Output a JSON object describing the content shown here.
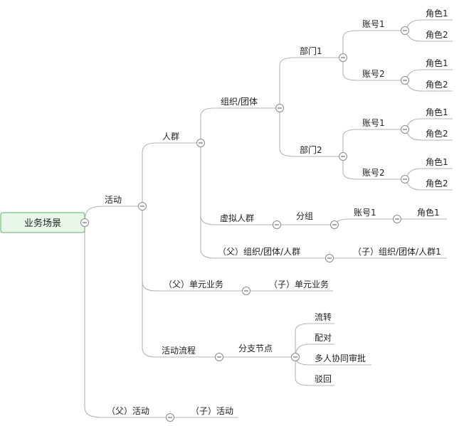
{
  "root": "业务场景",
  "nodes": {
    "activity": "活动",
    "crowd": "人群",
    "org_group": "组织/团体",
    "dept1": "部门1",
    "dept2": "部门2",
    "account1": "账号1",
    "account2": "账号2",
    "role1": "角色1",
    "role2": "角色2",
    "virtual_crowd": "虚拟人群",
    "grouping": "分组",
    "parent_org": "（父）组织/团体/人群",
    "child_org": "（子）组织/团体/人群1",
    "parent_unit": "（父）单元业务",
    "child_unit": "（子）单元业务",
    "activity_flow": "活动流程",
    "branch_node": "分支节点",
    "flow_transfer": "流转",
    "pairing": "配对",
    "multi_approve": "多人协同审批",
    "reject": "驳回",
    "parent_activity": "（父）活动",
    "child_activity": "（子）活动"
  }
}
